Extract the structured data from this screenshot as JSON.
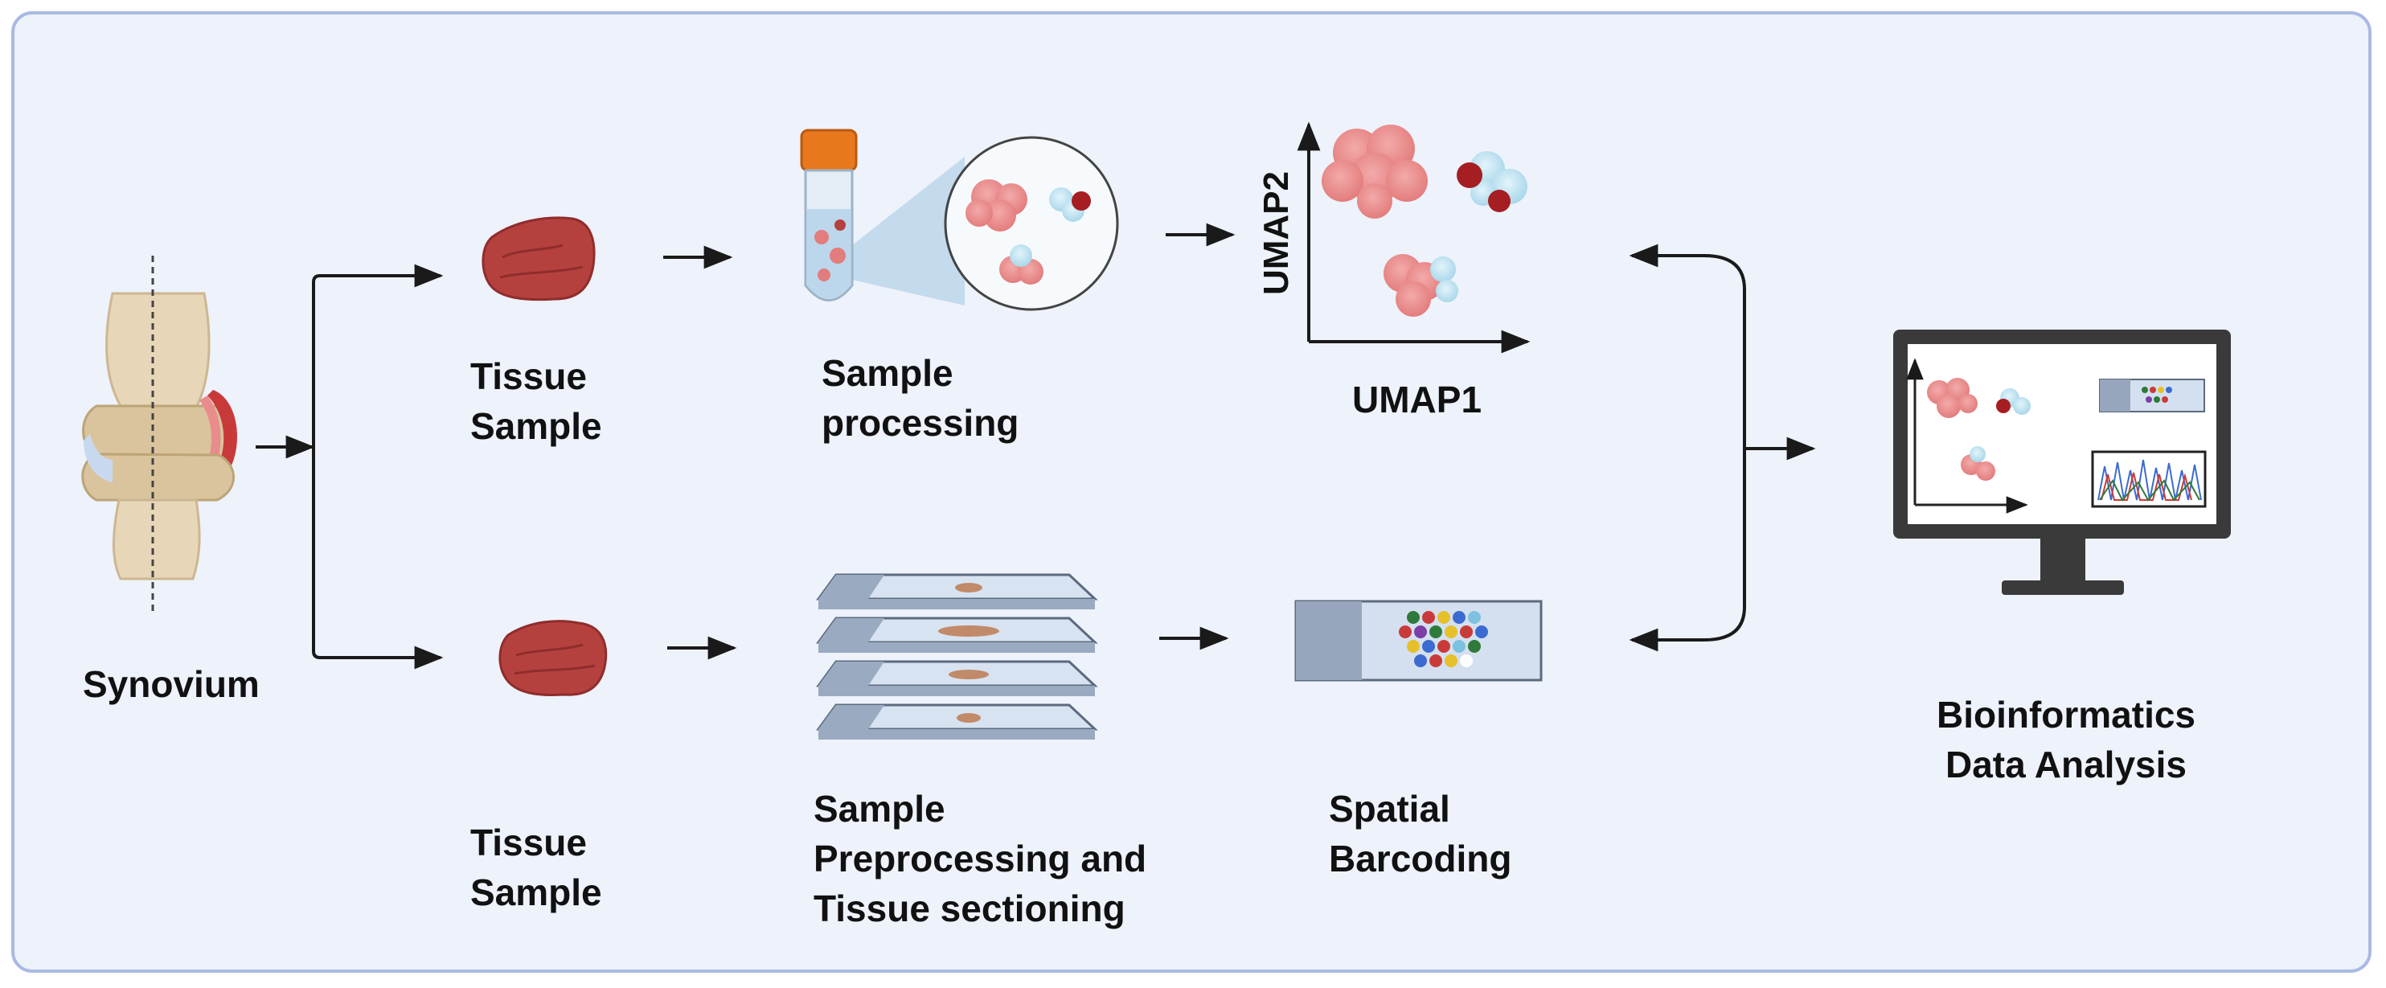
{
  "labels": {
    "synovium": "Synovium",
    "tissue_sample_top": [
      "Tissue",
      "Sample"
    ],
    "tissue_sample_bottom": [
      "Tissue",
      "Sample"
    ],
    "sample_processing": [
      "Sample",
      "processing"
    ],
    "umap_x": "UMAP1",
    "umap_y": "UMAP2",
    "sample_preprocessing": [
      "Sample",
      "Preprocessing and",
      "Tissue sectioning"
    ],
    "spatial_barcoding": [
      "Spatial",
      "Barcoding"
    ],
    "bioinformatics": [
      "Bioinformatics",
      "Data Analysis"
    ]
  },
  "colors": {
    "panel_bg": "#edf2fb",
    "panel_border": "#a9bbe2",
    "arrow": "#1a1a1a",
    "tissue": "#b5413f",
    "cell_pink": "#ec8f8f",
    "cell_blue": "#bfe3f2",
    "cell_dark_red": "#a51e22",
    "tube_cap": "#e8781e",
    "monitor": "#3a3a3a"
  }
}
